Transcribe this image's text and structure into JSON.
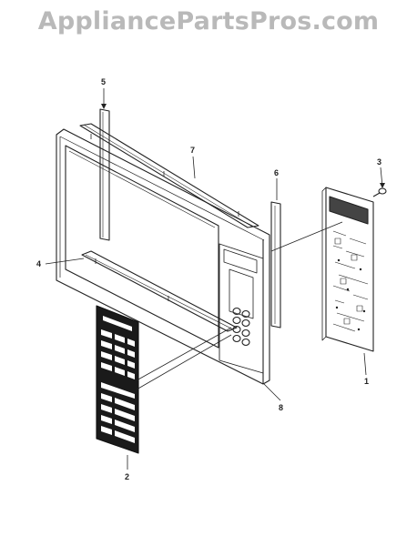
{
  "watermark": "AppliancePartsPros.com",
  "diagram": {
    "callouts": [
      {
        "id": "1",
        "label": "1"
      },
      {
        "id": "2",
        "label": "2"
      },
      {
        "id": "3",
        "label": "3"
      },
      {
        "id": "4",
        "label": "4"
      },
      {
        "id": "5",
        "label": "5"
      },
      {
        "id": "6",
        "label": "6"
      },
      {
        "id": "7",
        "label": "7"
      },
      {
        "id": "8",
        "label": "8"
      }
    ]
  },
  "colors": {
    "ink": "#222222",
    "watermark": "#b9b9b9",
    "background": "#ffffff"
  }
}
